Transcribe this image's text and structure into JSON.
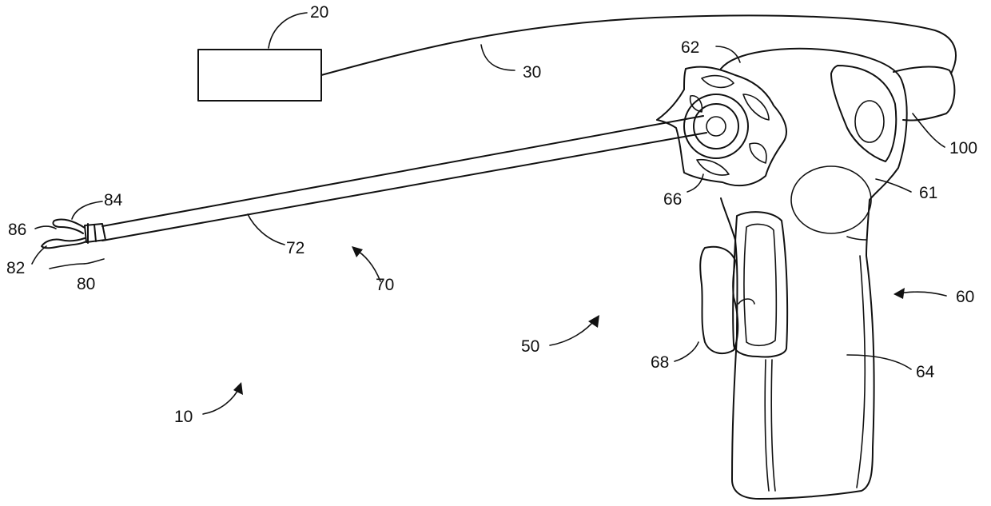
{
  "labels": {
    "ref_10": "10",
    "ref_20": "20",
    "ref_30": "30",
    "ref_50": "50",
    "ref_60": "60",
    "ref_61": "61",
    "ref_62": "62",
    "ref_64": "64",
    "ref_66": "66",
    "ref_68": "68",
    "ref_70": "70",
    "ref_72": "72",
    "ref_80": "80",
    "ref_82": "82",
    "ref_84": "84",
    "ref_86": "86",
    "ref_100": "100"
  }
}
